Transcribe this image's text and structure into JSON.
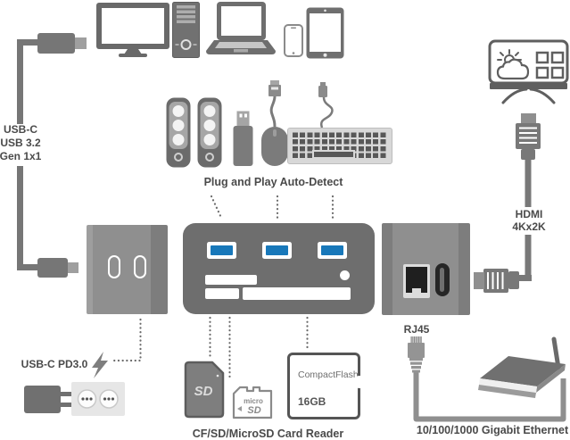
{
  "labels": {
    "usb_c": [
      "USB-C",
      "USB 3.2",
      "Gen 1x1"
    ],
    "plug_and_play": "Plug and Play Auto-Detect",
    "hdmi": [
      "HDMI",
      "4Kx2K"
    ],
    "usb_c_pd": "USB-C PD3.0",
    "rj45": "RJ45",
    "card_reader": "CF/SD/MicroSD Card Reader",
    "ethernet": "10/100/1000 Gigabit Ethernet"
  },
  "cards": {
    "sd_logo": "SD",
    "micro_prefix": "micro",
    "microsd_logo": "SD",
    "cf_name": "CompactFlash",
    "cf_capacity": "16GB"
  },
  "icons": [
    "usb-c-cable-icon",
    "monitor-icon",
    "desktop-tower-icon",
    "laptop-icon",
    "smartphone-icon",
    "tablet-icon",
    "speaker-icon",
    "usb-flash-drive-icon",
    "mouse-icon",
    "keyboard-icon",
    "smart-tv-icon",
    "weather-icon",
    "app-grid-icon",
    "hdmi-cable-icon",
    "lightning-bolt-icon",
    "power-adapter-icon",
    "wall-outlet-icon",
    "sd-card-icon",
    "microsd-card-icon",
    "compactflash-card-icon",
    "rj45-connector-icon",
    "router-icon",
    "usb-a-port",
    "usb-c-port",
    "rj45-port",
    "hdmi-port",
    "led-indicator"
  ],
  "colors": {
    "usb_port_blue": "#1878ba",
    "hub_gray": "#6e6e6e",
    "label_text": "#4a4a4a",
    "line_gray": "#6a6a6a"
  }
}
